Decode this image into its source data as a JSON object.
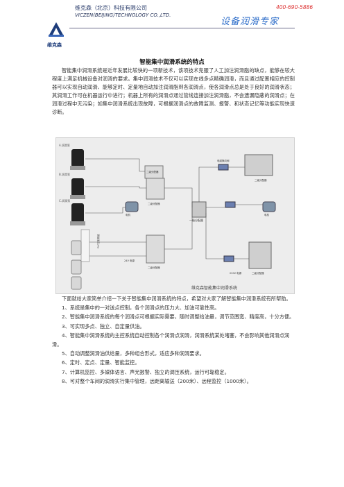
{
  "header": {
    "company_cn": "维克森（北京）科技有限公司",
    "company_en": "VICZEN(BEIJING)TECHNOLOGY CO.,LTD.",
    "logo_text": "维克森",
    "phone": "400-690-5886",
    "slogan": "设备润滑专家",
    "colors": {
      "slogan": "#2c6cc9",
      "phone": "#dd3333",
      "logo": "#1d3c7a"
    }
  },
  "title": "智能集中润滑系统的特点",
  "intro": "智能集中润滑系统是近年发展比较快的一项新技术，该项技术克服了人工加注润滑脂的缺点，能够在较大程度上满足机械设备对润滑的要求。集中润滑技术不仅可以实现在线多点精确润滑，而且通过配置相应的控制器可以实现自动润滑、能够定时、定量地自动加注润滑脂到各润滑点，使各润滑点总是处于良好的润滑状态；其润滑工作可在机器运行中进行；机器上所有的润滑点通过管线连接加注润滑脂，不会遗漏隐蔽的润滑点；在润滑过程中无污染；如集中润滑系统出现故障，可根据润滑点的故障监测、报警、和状态记忆等功能实现快速诊断。",
  "diagram": {
    "caption": "维克森智能集中润滑系统",
    "labels": {
      "pump1": "A.润滑泵",
      "pump2": "B.润滑泵",
      "pump3": "C.润滑泵",
      "controller": "PLC控制系统",
      "hub": "一级分配器",
      "dist_top": "二级分配器",
      "dist_mid_left": "二级分配器",
      "dist_mid_right": "二级分配器",
      "dist_bottom_left": "二级分配器",
      "dist_bottom_right": "二级分配器",
      "motor_left": "电机",
      "motor_right": "电机",
      "valve": "电磁换向阀",
      "power1": "24V 电源",
      "power2": "220V 电源"
    }
  },
  "lead": "下面就给大家简单介绍一下关于智能集中润滑系统的特点，希望对大家了解智能集中润滑系统有所帮助。",
  "features": [
    "1、系统是集中的一对送点控制，各个润滑点的压力大、加油可靠性高。",
    "2、智能集中润滑系统的每个润滑点可根据实际需要，随时调整给油量，调节范围宽、精度高，十分方便。",
    "3、可实现多点、独立、自定量供油。",
    "4、智能集中润滑系统的主控系统自动控制各个润滑点润滑，润滑系统某处堵塞，不会影响其他润滑点润滑。",
    "5、自动调整润滑油供给量，多种组合形式，适应多种润滑要求。",
    "6、定时、定点、定量、智能监控。",
    "7、计算机监控、多媒体语言、声光报警、独立的调压系统，运行可靠稳定。",
    "8、可对整个车间的润滑实行集中管理，远距离输送（200米）、远程监控（1000米）。"
  ]
}
